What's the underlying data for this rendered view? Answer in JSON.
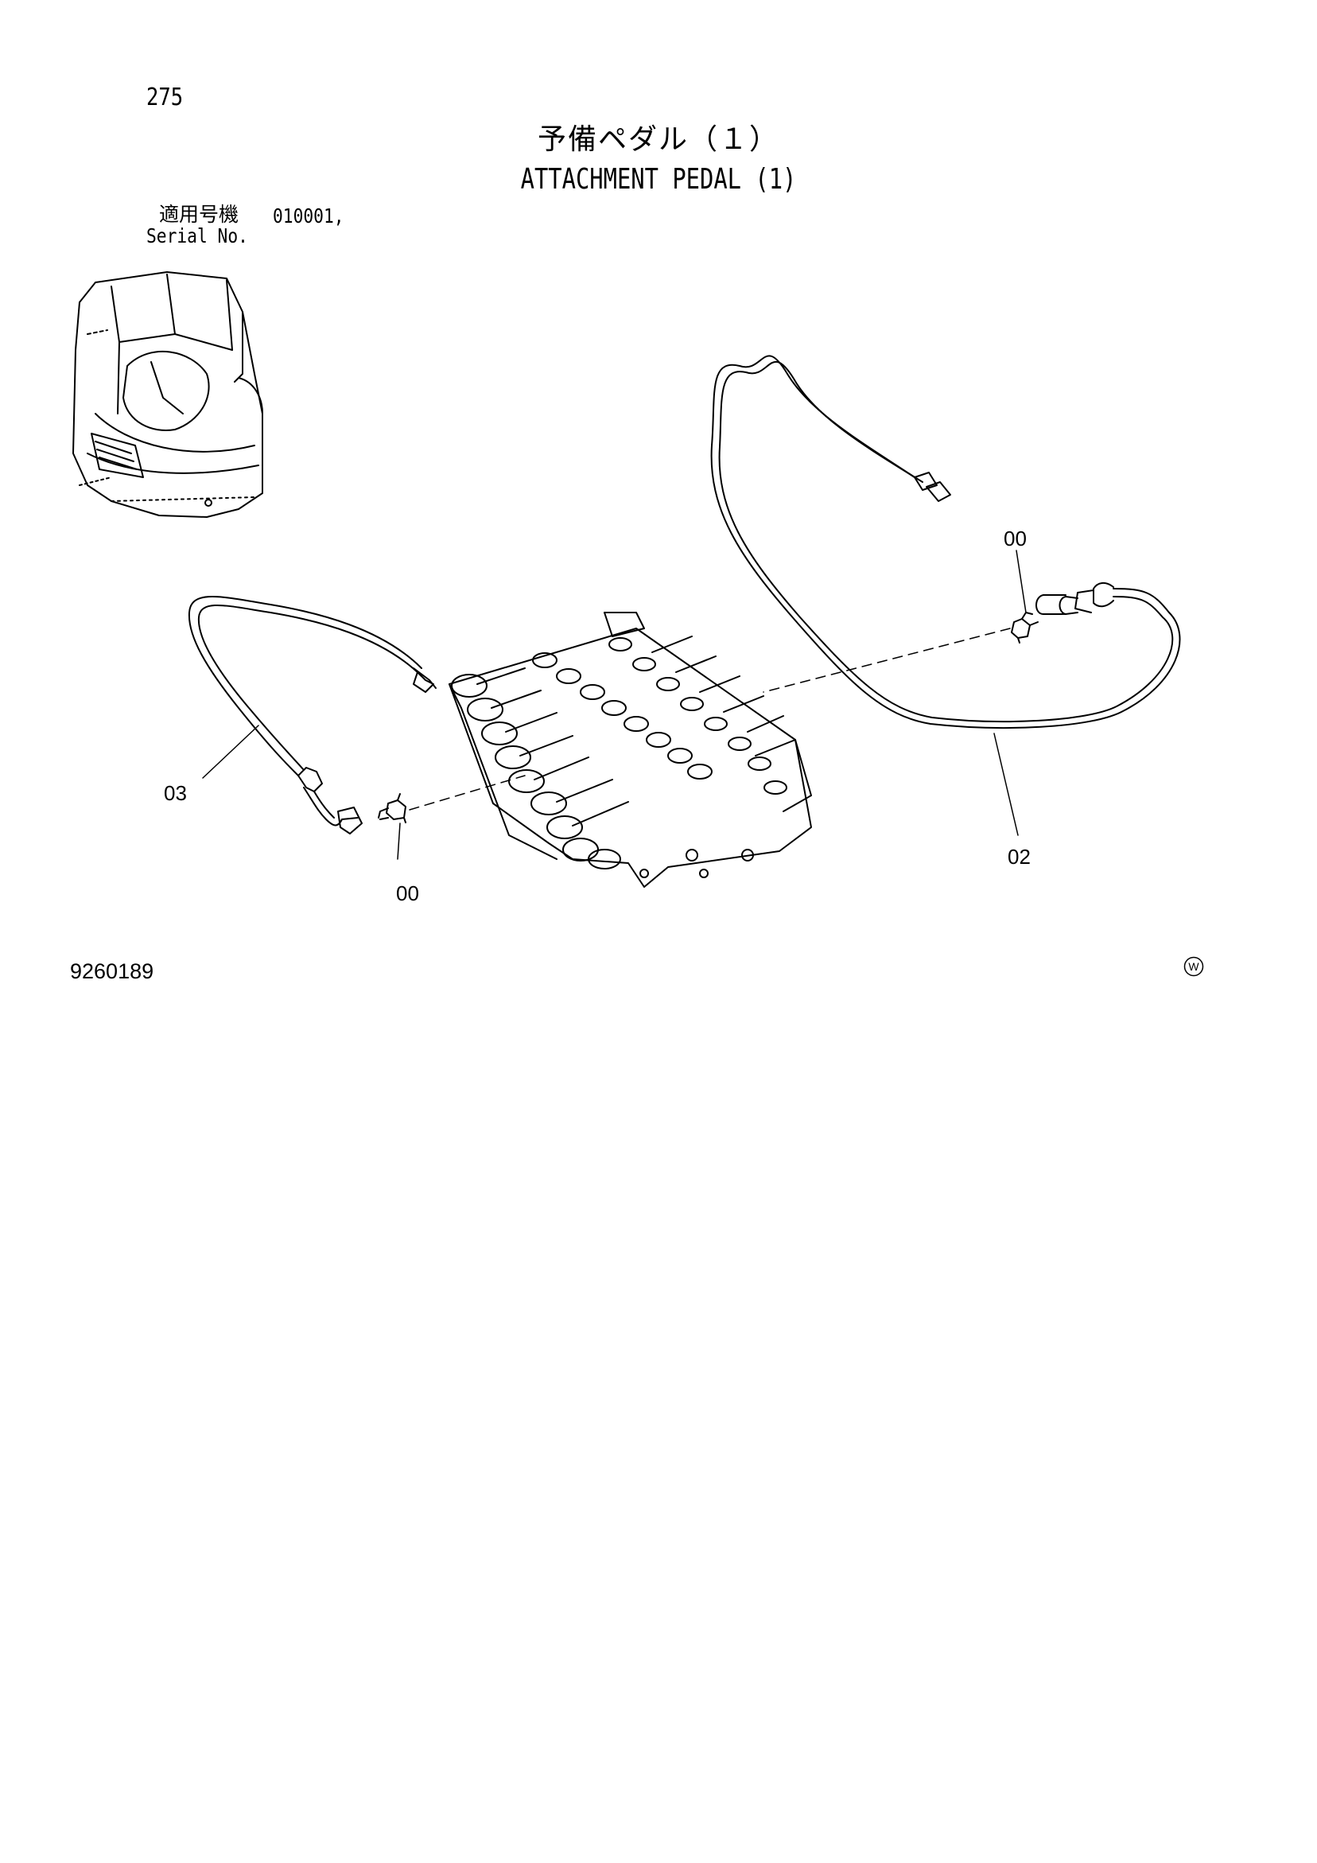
{
  "page": {
    "number": "275"
  },
  "title": {
    "japanese": "予備ペダル（１）",
    "english": "ATTACHMENT PEDAL (1)"
  },
  "serial": {
    "label_jp": "適用号機",
    "value": "010001,",
    "label_en": "Serial No."
  },
  "callouts": {
    "c00_right": "00",
    "c00_left": "00",
    "c02": "02",
    "c03": "03"
  },
  "footer": {
    "doc_code": "9260189",
    "mark": "W"
  },
  "colors": {
    "ink": "#000000",
    "background": "#ffffff"
  }
}
